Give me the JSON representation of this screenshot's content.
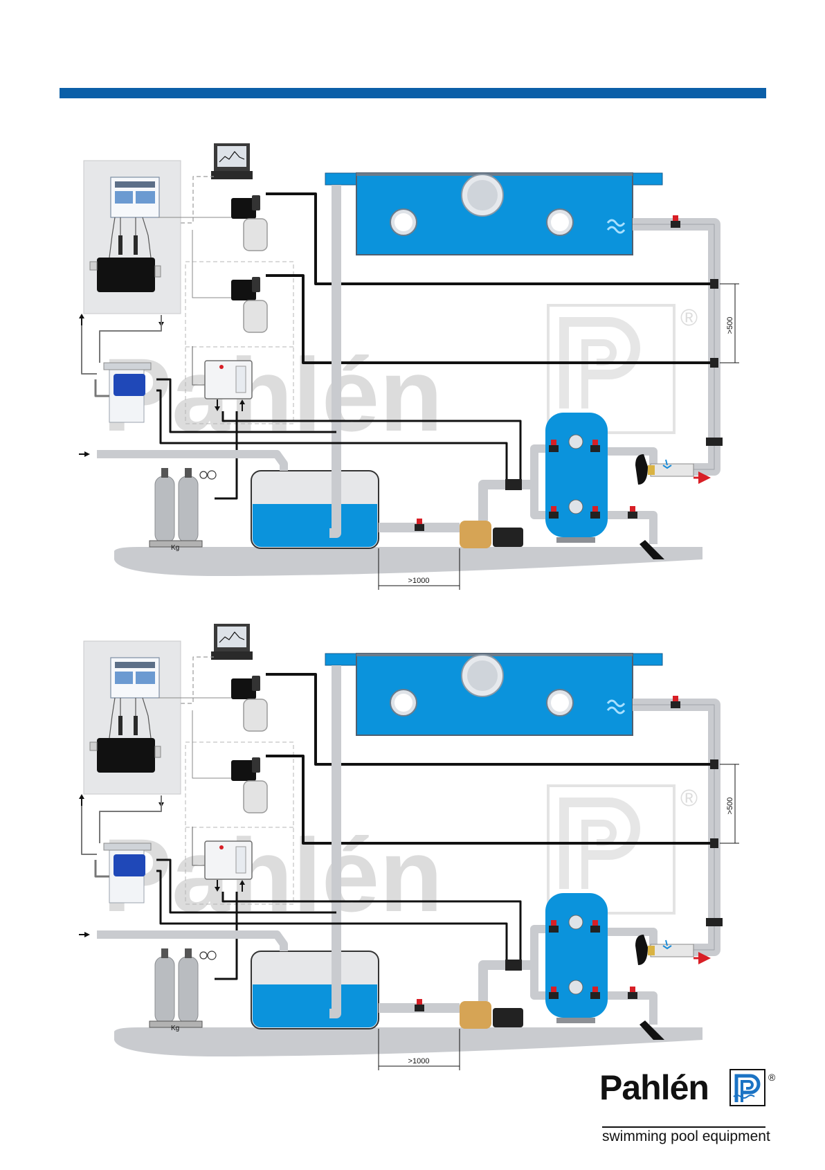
{
  "header": {
    "band_color": "#0b5fa8"
  },
  "colors": {
    "water": "#0b93dc",
    "pipe": "#111111",
    "pipe_grey": "#c9cbcf",
    "tube_grey": "#777777",
    "floor": "#c9cbcf",
    "valve_red": "#d81f26",
    "pump": "#d6a455",
    "panel": "#e6e7e9",
    "cylinder": "#b9bcc0"
  },
  "diagrams": [
    {
      "dimension_vertical": ">500",
      "dimension_horizontal": ">1000",
      "scale_label": "Kg",
      "watermark": "Pahlén",
      "watermark_mark": "®"
    },
    {
      "dimension_vertical": ">500",
      "dimension_horizontal": ">1000",
      "scale_label": "Kg",
      "watermark": "Pahlén",
      "watermark_mark": "®"
    }
  ],
  "brand": {
    "name": "Pahlén",
    "tagline": "swimming pool equipment",
    "registered": "®"
  }
}
